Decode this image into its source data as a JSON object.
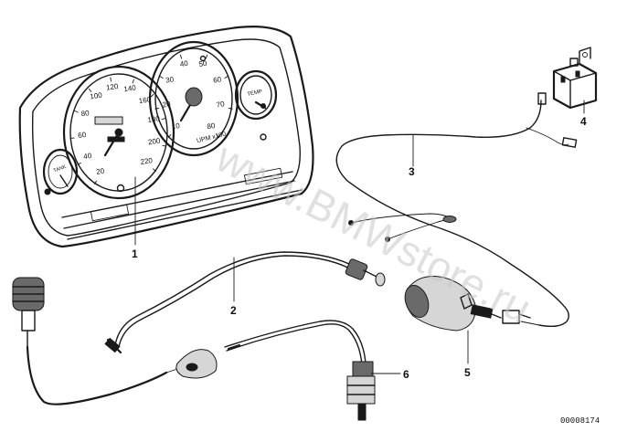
{
  "diagram": {
    "watermark": "www.BMWstore.ru",
    "document_number": "00008174",
    "callouts": [
      "1",
      "2",
      "3",
      "4",
      "5",
      "6"
    ],
    "speedometer_ticks": [
      "20",
      "40",
      "60",
      "80",
      "100",
      "120",
      "140",
      "160",
      "180",
      "200",
      "220"
    ],
    "tachometer_ticks": [
      "10",
      "20",
      "30",
      "40",
      "50",
      "60",
      "70",
      "80"
    ],
    "tachometer_label": "UPM x100",
    "temp_gauge_label": "TEMP",
    "fuel_gauge_label": "TANK"
  }
}
